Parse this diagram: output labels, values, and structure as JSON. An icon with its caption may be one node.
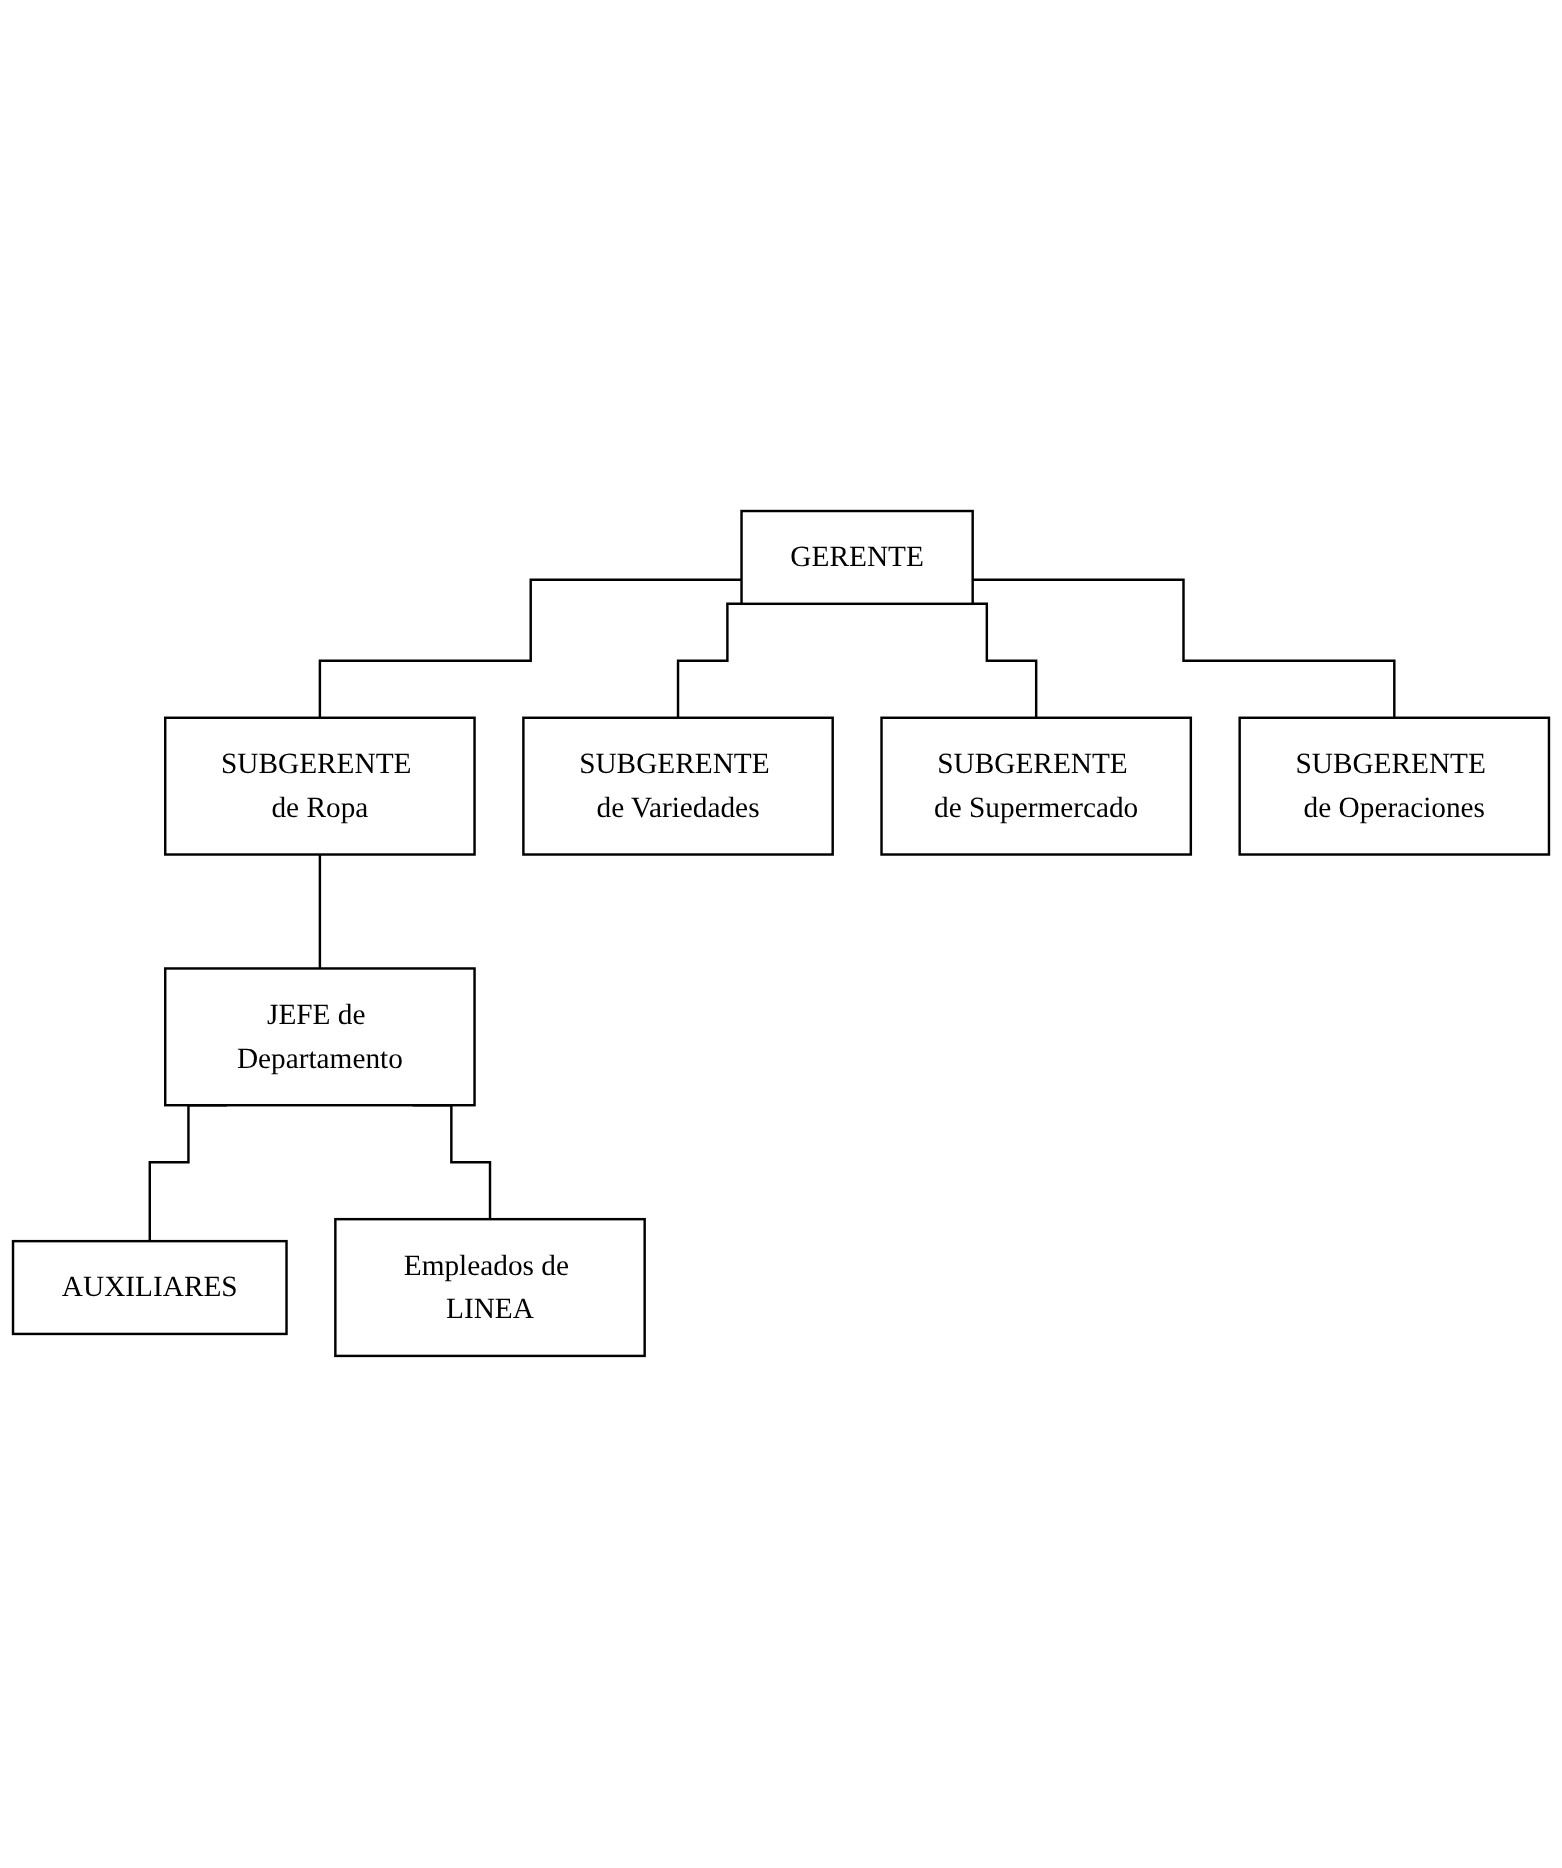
{
  "diagram": {
    "nodes": [
      {
        "text": [
          "GERENTE"
        ]
      },
      {
        "text": [
          "SUBGERENTE de Ropa"
        ]
      },
      {
        "text": [
          "SUBGERENTE de Variedades"
        ]
      },
      {
        "text": [
          "SUBGERENTE de Supermercado"
        ]
      },
      {
        "text": [
          "SUBGERENTE de Operaciones"
        ]
      },
      {
        "text": [
          "JEFE de Departamento"
        ]
      },
      {
        "text": [
          "AUXILIARES"
        ]
      },
      {
        "text": [
          "Empleados de LINEA"
        ]
      }
    ],
    "edges": [
      {
        "from": 0,
        "to": 1,
        "arrow": "none"
      },
      {
        "from": 0,
        "to": 2,
        "arrow": "none"
      },
      {
        "from": 0,
        "to": 3,
        "arrow": "none"
      },
      {
        "from": 0,
        "to": 4,
        "arrow": "none"
      },
      {
        "from": 1,
        "to": 5,
        "arrow": "none"
      },
      {
        "from": 5,
        "to": 6,
        "arrow": "none"
      },
      {
        "from": 5,
        "to": 7,
        "arrow": "none"
      }
    ]
  }
}
